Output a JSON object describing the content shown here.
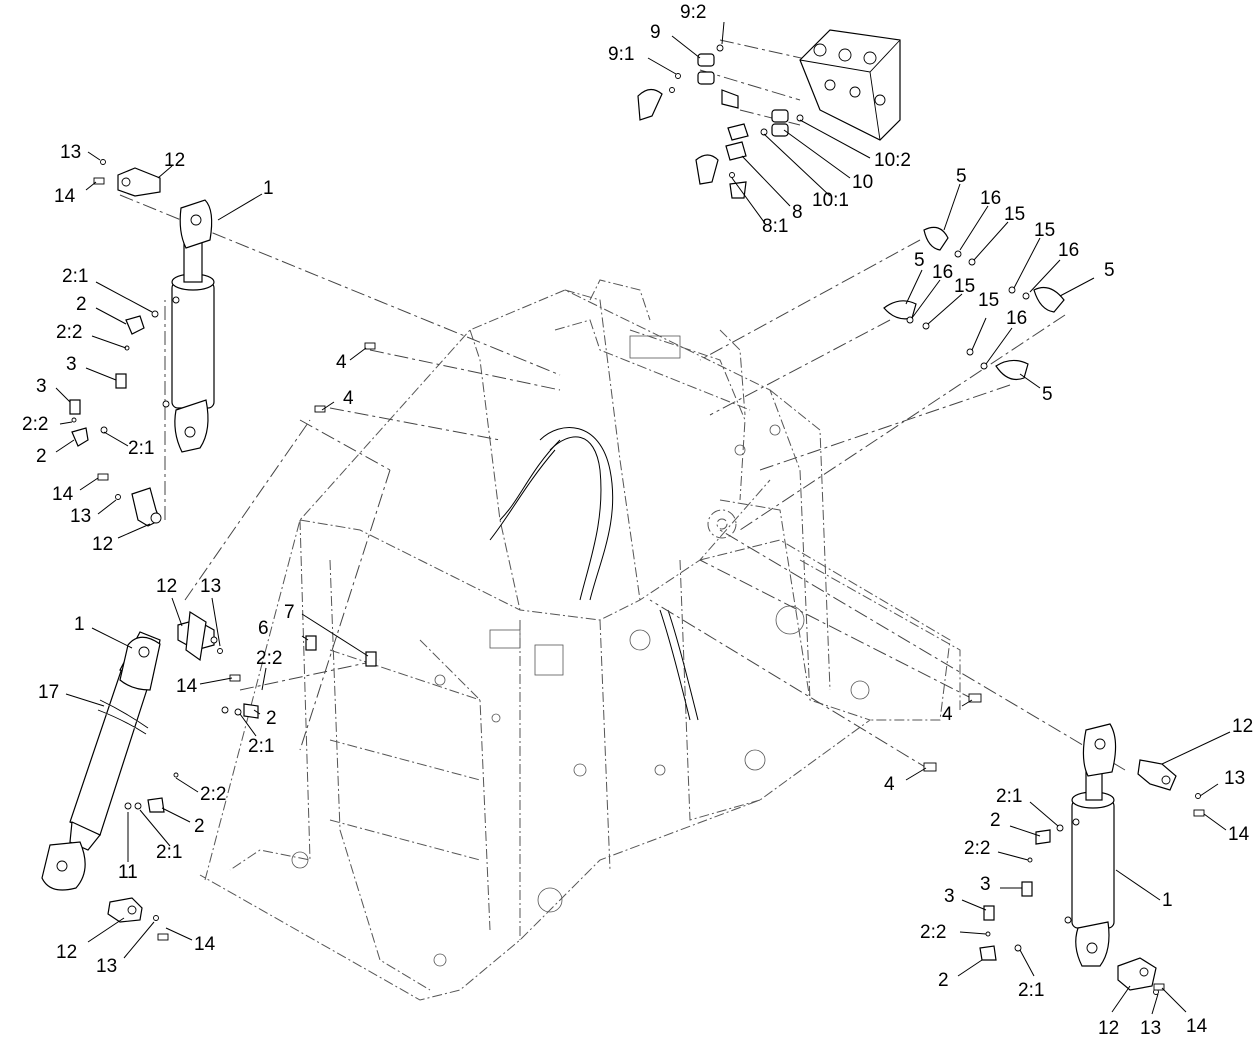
{
  "labels": {
    "c1": "1",
    "c2": "1",
    "c3": "1",
    "c2_1": "2",
    "c2_2": "2",
    "c2_3": "2",
    "c2_4": "2",
    "c2_5": "2",
    "c2_6": "2",
    "c21_1": "2:1",
    "c21_2": "2:1",
    "c21_3": "2:1",
    "c21_4": "2:1",
    "c21_5": "2:1",
    "c21_6": "2:1",
    "c22_1": "2:2",
    "c22_2": "2:2",
    "c22_3": "2:2",
    "c22_4": "2:2",
    "c22_5": "2:2",
    "c22_6": "2:2",
    "c3_1": "3",
    "c3_2": "3",
    "c3_3": "3",
    "c3_4": "3",
    "c4_1": "4",
    "c4_2": "4",
    "c4_3": "4",
    "c4_4": "4",
    "c5_1": "5",
    "c5_2": "5",
    "c5_3": "5",
    "c5_4": "5",
    "c6": "6",
    "c7": "7",
    "c8": "8",
    "c8_1": "8:1",
    "c9": "9",
    "c9_1": "9:1",
    "c9_2": "9:2",
    "c10": "10",
    "c10_1": "10:1",
    "c10_2": "10:2",
    "c11": "11",
    "c12_1": "12",
    "c12_2": "12",
    "c12_3": "12",
    "c12_4": "12",
    "c12_5": "12",
    "c12_6": "12",
    "c13_1": "13",
    "c13_2": "13",
    "c13_3": "13",
    "c13_4": "13",
    "c13_5": "13",
    "c13_6": "13",
    "c14_1": "14",
    "c14_2": "14",
    "c14_3": "14",
    "c14_4": "14",
    "c14_5": "14",
    "c14_6": "14",
    "c15_1": "15",
    "c15_2": "15",
    "c15_3": "15",
    "c15_4": "15",
    "c16_1": "16",
    "c16_2": "16",
    "c16_3": "16",
    "c16_4": "16",
    "c17": "17"
  }
}
